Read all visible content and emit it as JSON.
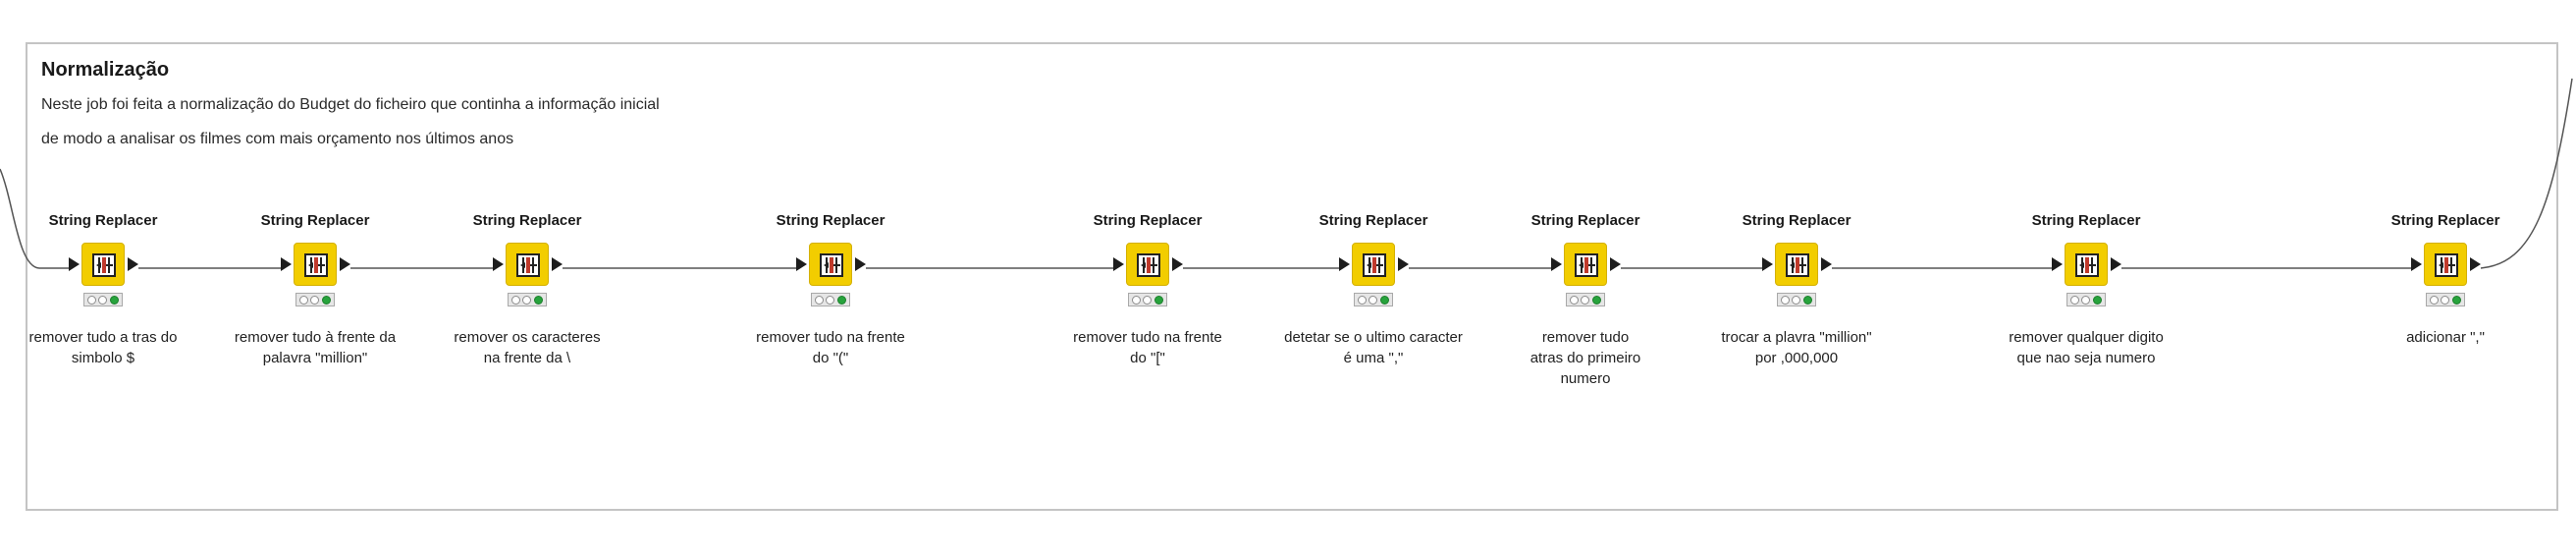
{
  "annotation": {
    "title": "Normalização",
    "lines": [
      "Neste job foi feita a normalização do Budget do ficheiro que continha a informação inicial",
      "de modo a analisar os filmes com mais orçamento nos últimos anos"
    ]
  },
  "nodes": [
    {
      "title": "String Replacer",
      "description": "remover tudo a tras do\nsimbolo $",
      "status": [
        "inactive",
        "inactive",
        "executed"
      ]
    },
    {
      "title": "String Replacer",
      "description": "remover tudo à frente da\npalavra \"million\"",
      "status": [
        "inactive",
        "inactive",
        "executed"
      ]
    },
    {
      "title": "String Replacer",
      "description": "remover os caracteres\nna frente da \\",
      "status": [
        "inactive",
        "inactive",
        "executed"
      ]
    },
    {
      "title": "String Replacer",
      "description": "remover tudo na frente\ndo \"(\"",
      "status": [
        "inactive",
        "inactive",
        "executed"
      ]
    },
    {
      "title": "String Replacer",
      "description": "remover tudo na frente\ndo \"[\"",
      "status": [
        "inactive",
        "inactive",
        "executed"
      ]
    },
    {
      "title": "String Replacer",
      "description": "detetar se o ultimo caracter\né uma \",\"",
      "status": [
        "inactive",
        "inactive",
        "executed"
      ]
    },
    {
      "title": "String Replacer",
      "description": "remover tudo\natras do primeiro\nnumero",
      "status": [
        "inactive",
        "inactive",
        "executed"
      ]
    },
    {
      "title": "String Replacer",
      "description": "trocar a plavra \"million\"\npor ,000,000",
      "status": [
        "inactive",
        "inactive",
        "executed"
      ]
    },
    {
      "title": "String Replacer",
      "description": "remover qualquer digito\nque nao seja numero",
      "status": [
        "inactive",
        "inactive",
        "executed"
      ]
    },
    {
      "title": "String Replacer",
      "description": "adicionar \",\"",
      "status": [
        "inactive",
        "inactive",
        "executed"
      ]
    }
  ],
  "colors": {
    "node_fill": "#f2cd00",
    "status_executed": "#27a33c",
    "connection": "#555555",
    "annotation_border": "#c4c4c4"
  },
  "icons": {
    "node_icon": "string-replacer-icon"
  }
}
